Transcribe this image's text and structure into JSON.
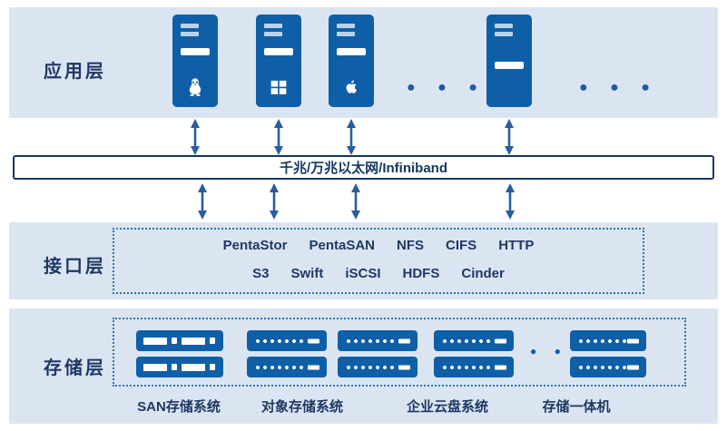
{
  "application_layer": {
    "label": "应用层",
    "ellipsis1": "● ● ●",
    "ellipsis2": "● ● ●",
    "server_icons": [
      "linux-server-icon",
      "windows-server-icon",
      "apple-server-icon",
      "generic-server-icon"
    ]
  },
  "network_bar": {
    "label": "千兆/万兆以太网/Infiniband"
  },
  "interface_layer": {
    "label": "接口层",
    "protocols_row1": [
      "PentaStor",
      "PentaSAN",
      "NFS",
      "CIFS",
      "HTTP"
    ],
    "protocols_row2": [
      "S3",
      "Swift",
      "iSCSI",
      "HDFS",
      "Cinder"
    ]
  },
  "storage_layer": {
    "label": "存储层",
    "ellipsis": "● ●",
    "systems": [
      "SAN存储系统",
      "对象存储系统",
      "企业云盘系统",
      "存储一体机"
    ]
  },
  "colors": {
    "band_background": "#dbe5f2",
    "device_blue": "#0f5fa8",
    "navy_text": "#1f3864",
    "bar_border": "#17375e",
    "arrow_blue": "#2a5d9f",
    "dotted_border": "#2e74b5"
  }
}
